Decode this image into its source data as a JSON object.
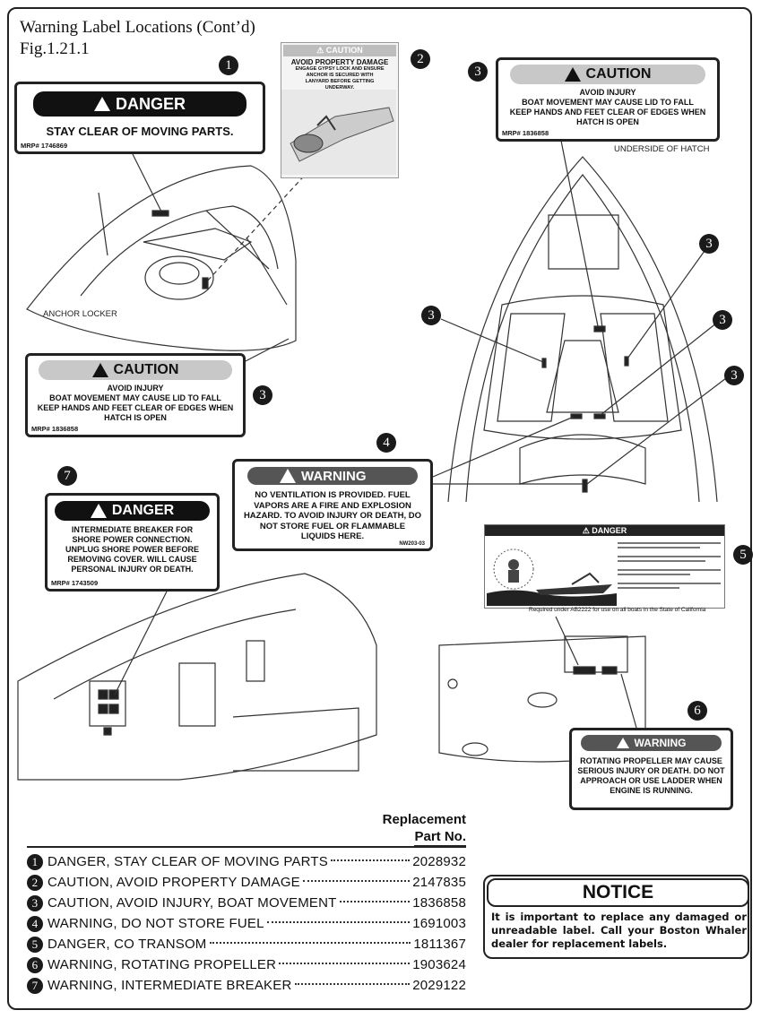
{
  "header": {
    "title": "Warning Label Locations (Cont’d)",
    "figure": "Fig.1.21.1"
  },
  "callouts": {
    "n1": "1",
    "n2": "2",
    "n3a": "3",
    "n3b": "3",
    "n3c": "3",
    "n3d": "3",
    "n3e": "3",
    "n4": "4",
    "n5": "5",
    "n6": "6",
    "n7": "7"
  },
  "label_danger_1": {
    "header": "DANGER",
    "text": "STAY CLEAR OF MOVING PARTS.",
    "mrp": "MRP# 1746869"
  },
  "label_caution_2": {
    "header": "CAUTION",
    "title": "AVOID PROPERTY DAMAGE",
    "text": "ENGAGE GYPSY LOCK AND ENSURE ANCHOR IS SECURED WITH LANYARD BEFORE GETTING UNDERWAY."
  },
  "label_caution_3": {
    "header": "CAUTION",
    "line1": "AVOID INJURY",
    "line2": "BOAT MOVEMENT MAY CAUSE LID TO FALL",
    "line3": "KEEP HANDS AND FEET CLEAR OF EDGES WHEN",
    "line4": "HATCH IS OPEN",
    "mrp": "MRP# 1836858"
  },
  "label_warning_4": {
    "header": "WARNING",
    "text": "NO VENTILATION IS PROVIDED. FUEL VAPORS ARE A FIRE AND EXPLOSION HAZARD. TO AVOID INJURY OR DEATH, DO NOT STORE FUEL OR FLAMMABLE LIQUIDS HERE.",
    "code": "NW203-03"
  },
  "label_danger_5": {
    "header": "DANGER",
    "caption": "Required under AB2222 for use on all boats in the State of California"
  },
  "label_warning_6": {
    "header": "WARNING",
    "text": "ROTATING PROPELLER MAY CAUSE SERIOUS INJURY OR DEATH. DO NOT APPROACH OR USE LADDER WHEN ENGINE IS RUNNING."
  },
  "label_danger_7": {
    "header": "DANGER",
    "text": "INTERMEDIATE BREAKER FOR SHORE POWER CONNECTION. UNPLUG SHORE POWER BEFORE REMOVING COVER. WILL CAUSE PERSONAL INJURY OR DEATH.",
    "mrp": "MRP# 1743509"
  },
  "captions": {
    "anchor_locker": "ANCHOR LOCKER",
    "underside": "UNDERSIDE OF HATCH"
  },
  "parts": {
    "heading1": "Replacement",
    "heading2": "Part No.",
    "rows": [
      {
        "num": "1",
        "desc": "DANGER, STAY CLEAR OF MOVING PARTS",
        "part": "2028932"
      },
      {
        "num": "2",
        "desc": "CAUTION, AVOID PROPERTY DAMAGE",
        "part": "2147835"
      },
      {
        "num": "3",
        "desc": "CAUTION, AVOID INJURY, BOAT MOVEMENT",
        "part": "1836858"
      },
      {
        "num": "4",
        "desc": "WARNING, DO NOT STORE FUEL",
        "part": "1691003"
      },
      {
        "num": "5",
        "desc": "DANGER, CO TRANSOM",
        "part": "1811367"
      },
      {
        "num": "6",
        "desc": "WARNING, ROTATING PROPELLER",
        "part": "1903624"
      },
      {
        "num": "7",
        "desc": "WARNING, INTERMEDIATE BREAKER",
        "part": "2029122"
      }
    ]
  },
  "notice": {
    "title": "NOTICE",
    "text": "It is important to replace any damaged or unreadable label. Call your Boston Whaler dealer for replacement labels."
  }
}
